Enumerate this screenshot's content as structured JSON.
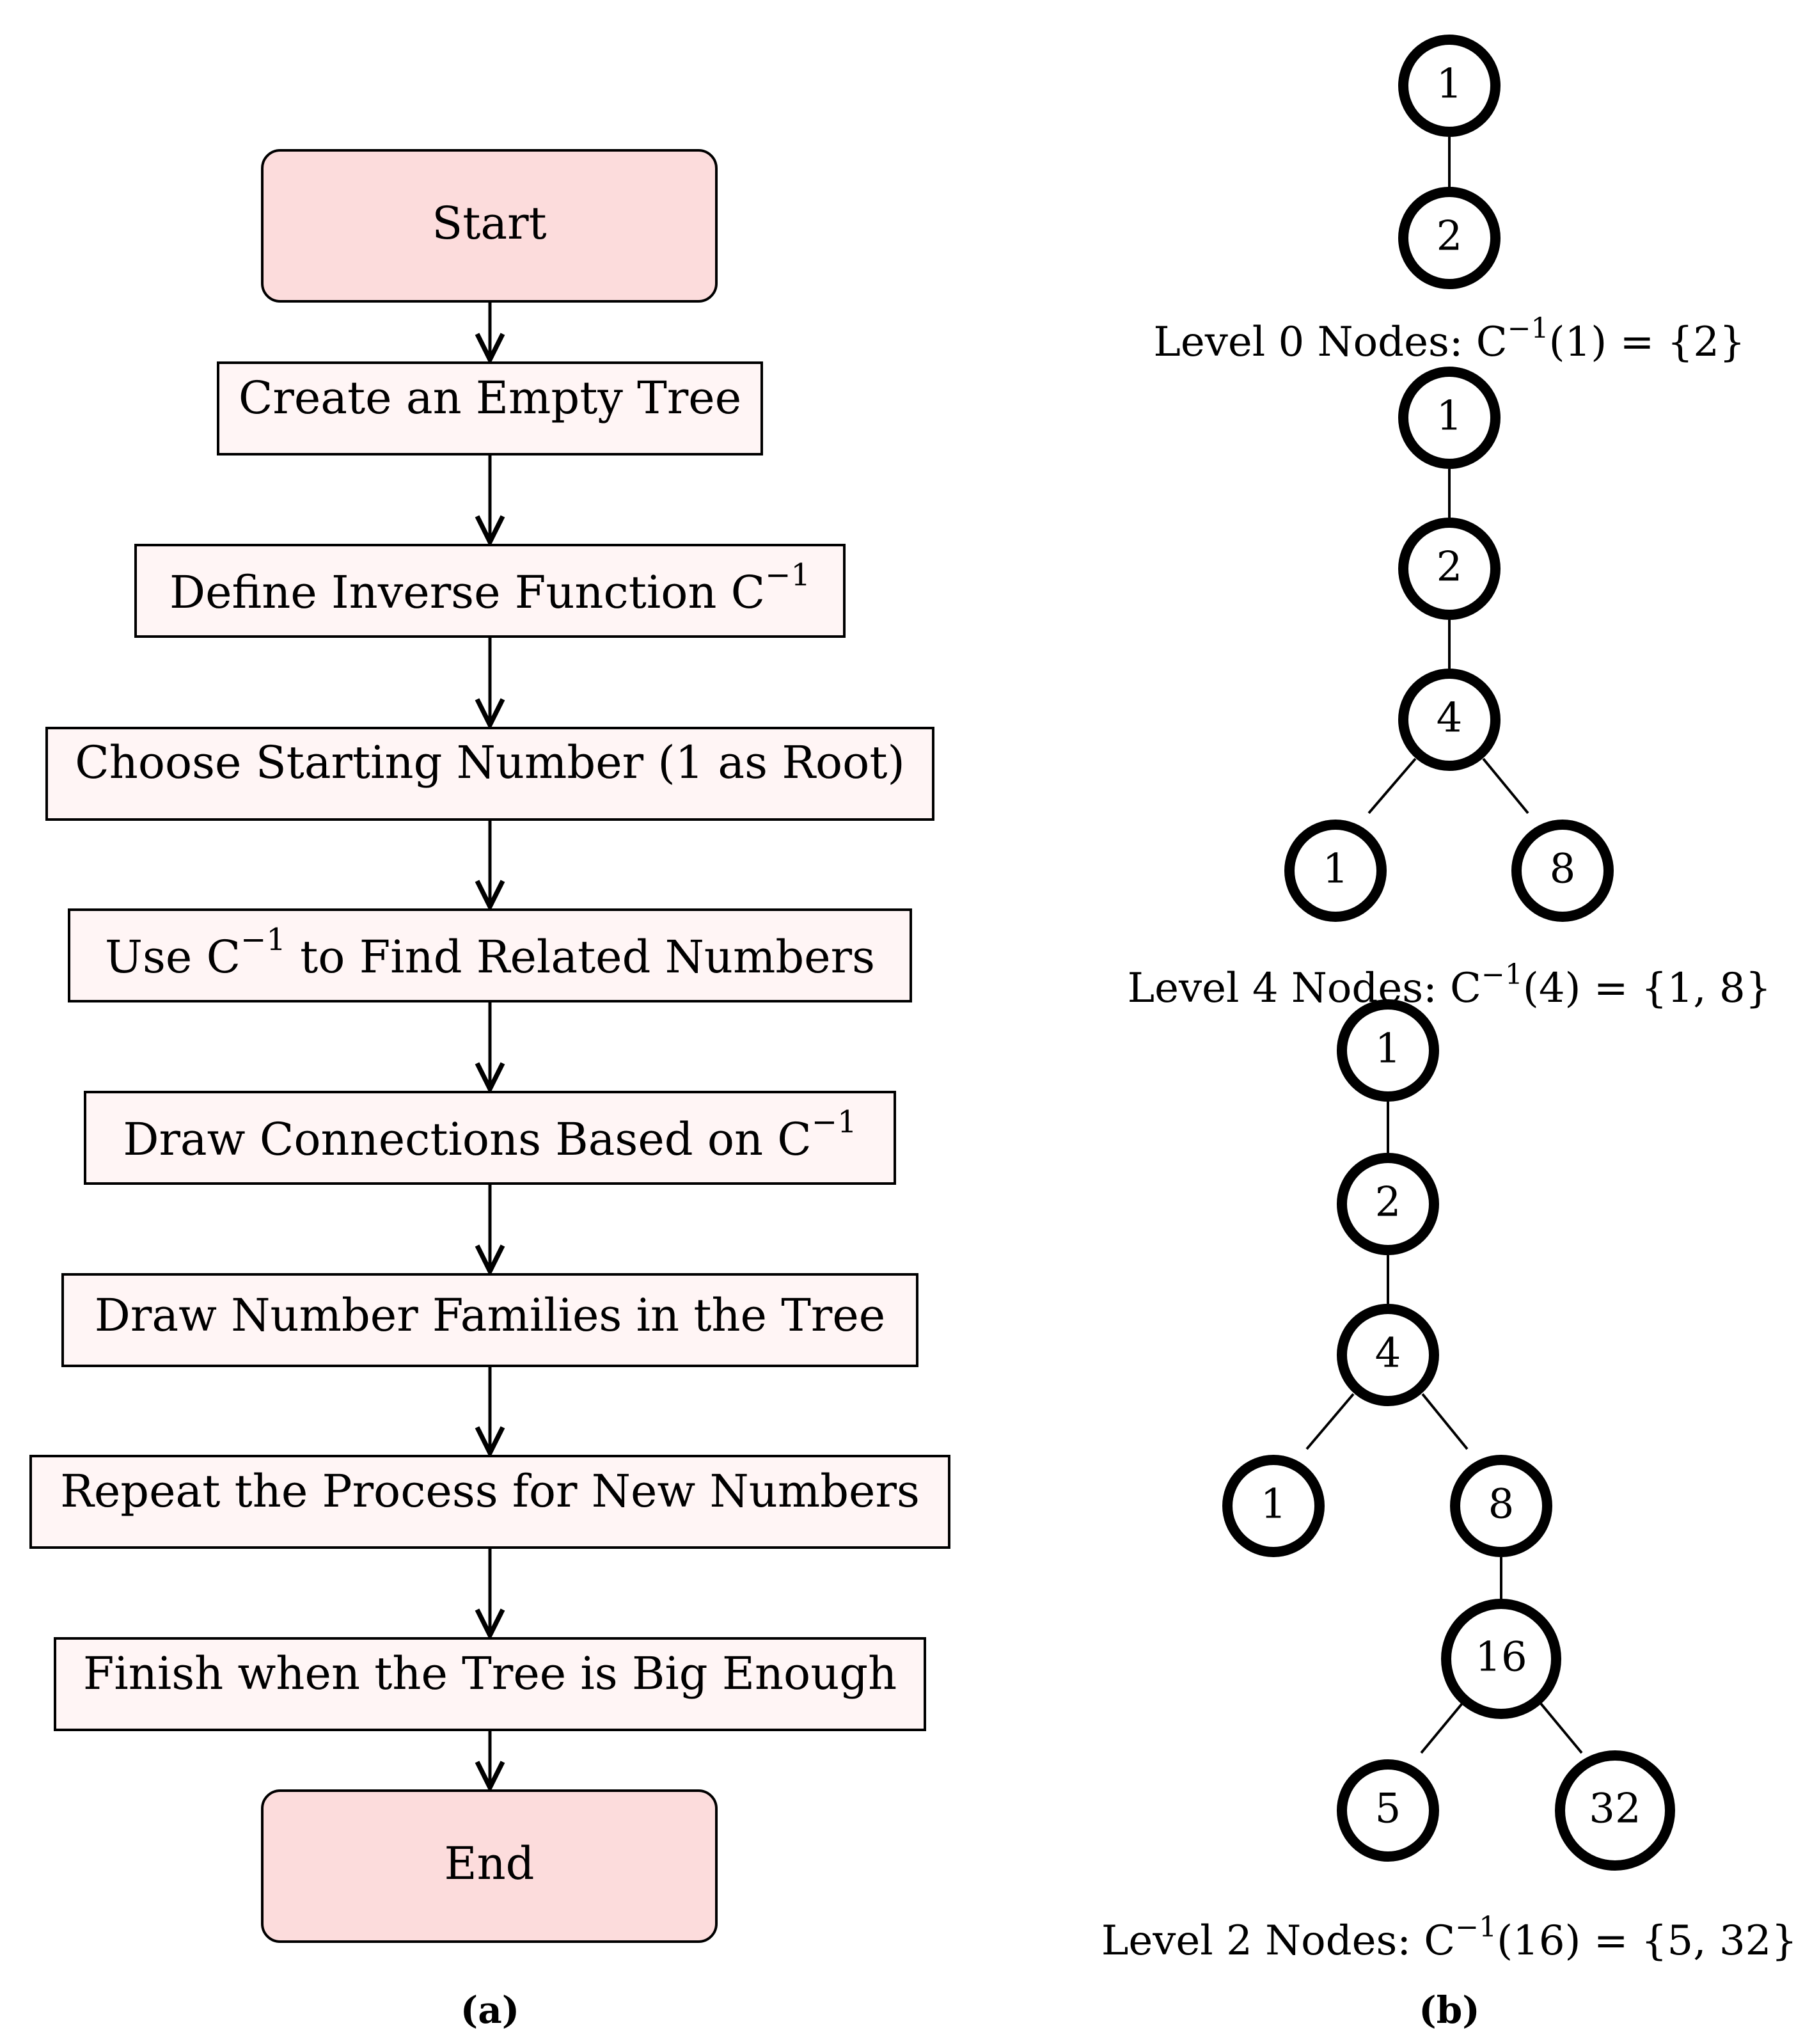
{
  "flowchart": {
    "start": "Start",
    "steps": [
      "Create an Empty Tree",
      "Define Inverse Function C",
      "Choose Starting Number (1 as Root)",
      "Use C",
      "Draw Connections Based on C",
      "Draw Number Families in the Tree",
      "Repeat the Process for New Numbers",
      "Finish when the Tree is Big Enough"
    ],
    "step_suffixes": [
      "",
      "",
      "",
      " to Find Related Numbers",
      "",
      "",
      "",
      ""
    ],
    "superscript": "−1",
    "end": "End",
    "colors": {
      "terminal_fill": "#fcdcdc",
      "process_fill": "#fff5f5",
      "stroke": "#000000"
    }
  },
  "trees": [
    {
      "nodes": [
        "1",
        "2"
      ],
      "caption": {
        "prefix": "Level 0 Nodes: C",
        "sup": "−1",
        "suffix": "(1) = {2}"
      }
    },
    {
      "nodes": [
        "1",
        "2",
        "4",
        "1",
        "8"
      ],
      "caption": {
        "prefix": "Level 4 Nodes: C",
        "sup": "−1",
        "suffix": "(4) = {1, 8}"
      }
    },
    {
      "nodes": [
        "1",
        "2",
        "4",
        "1",
        "8",
        "16",
        "5",
        "32"
      ],
      "caption": {
        "prefix": "Level 2 Nodes: C",
        "sup": "−1",
        "suffix": "(16) = {5, 32}"
      }
    }
  ],
  "subfigure_labels": {
    "a": "(a)",
    "b": "(b)"
  }
}
